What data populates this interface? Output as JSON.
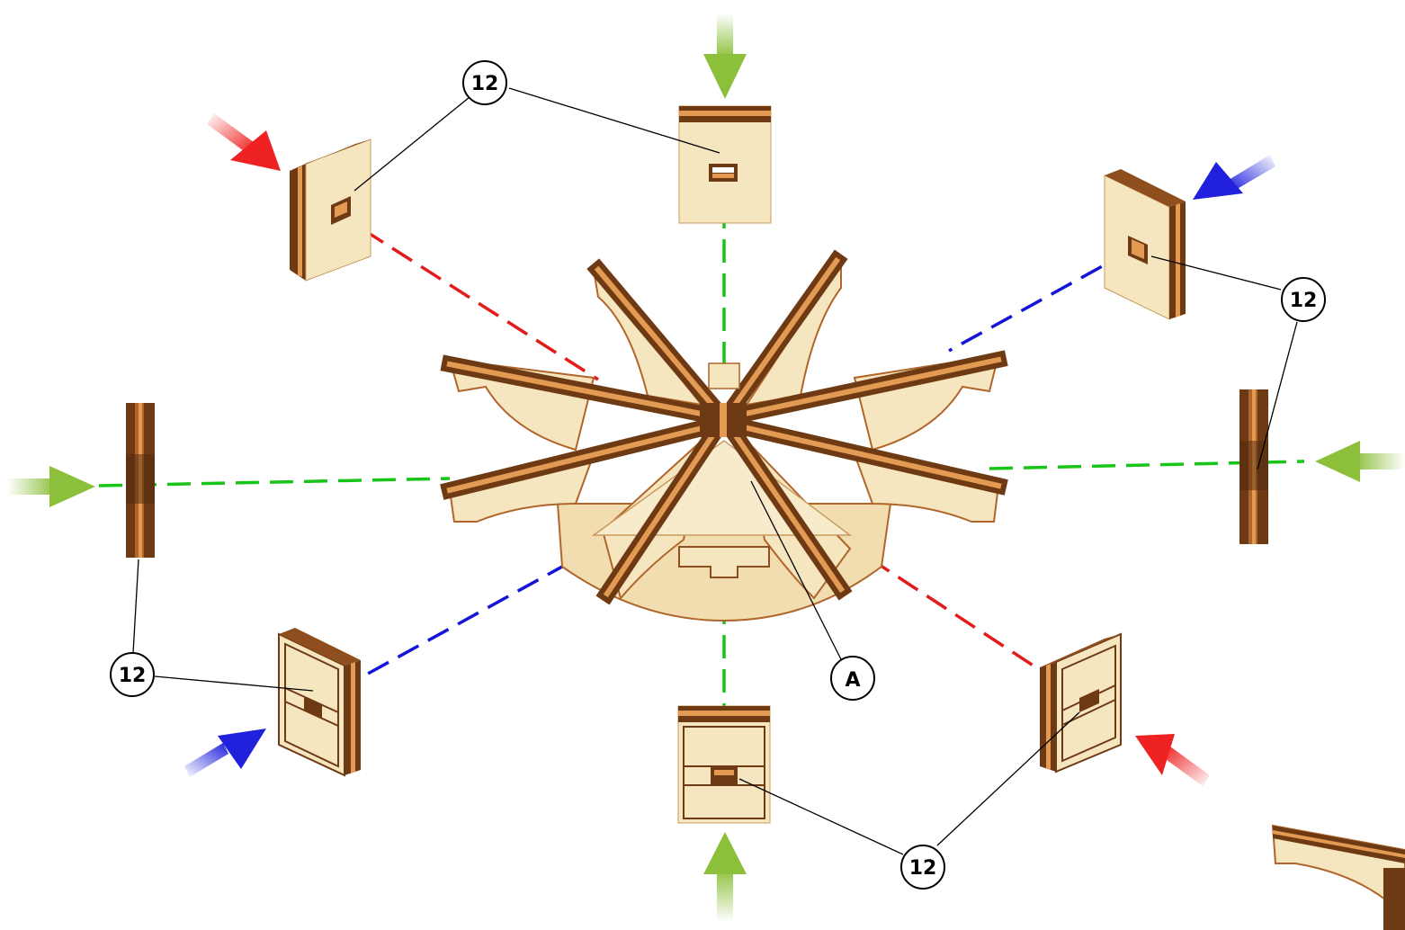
{
  "callouts": {
    "part_12_top": "12",
    "part_12_right": "12",
    "part_12_left": "12",
    "part_12_bottom": "12",
    "part_a": "A"
  },
  "colors": {
    "wood_light": "#F5E6C0",
    "wood_edge": "#B0652A",
    "wood_dark": "#6E3A14",
    "wood_stripe": "#E39A52",
    "guide_green": "#19C419",
    "guide_red": "#E21B1B",
    "guide_blue": "#1515D8",
    "arrow_green": "#8CBF3A",
    "arrow_red": "#EE2222",
    "arrow_blue": "#2020DD"
  },
  "icons": {
    "arrow": "assembly-direction-arrow",
    "callout": "part-number-callout"
  }
}
